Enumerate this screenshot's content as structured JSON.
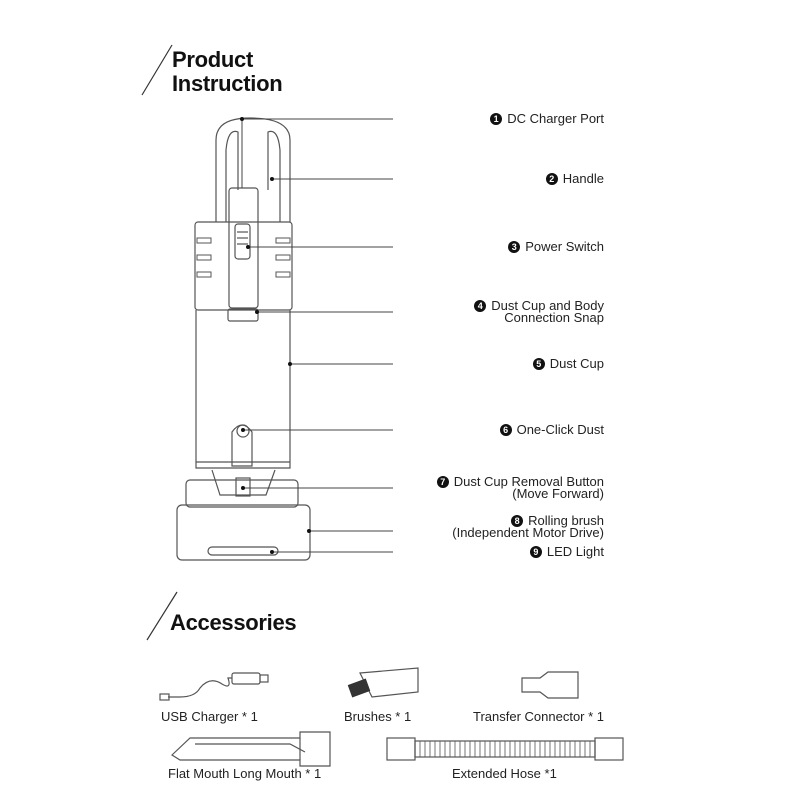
{
  "product_section": {
    "title_line1": "Product",
    "title_line2": "Instruction"
  },
  "parts": [
    {
      "num": "1",
      "line1": "DC Charger Port",
      "line2": ""
    },
    {
      "num": "2",
      "line1": "Handle",
      "line2": ""
    },
    {
      "num": "3",
      "line1": "Power Switch",
      "line2": ""
    },
    {
      "num": "4",
      "line1": "Dust Cup and Body",
      "line2": "Connection Snap"
    },
    {
      "num": "5",
      "line1": "Dust Cup",
      "line2": ""
    },
    {
      "num": "6",
      "line1": "One-Click Dust",
      "line2": ""
    },
    {
      "num": "7",
      "line1": "Dust Cup Removal Button",
      "line2": "(Move Forward)"
    },
    {
      "num": "8",
      "line1": "Rolling brush",
      "line2": "(Independent Motor Drive)"
    },
    {
      "num": "9",
      "line1": "LED Light",
      "line2": ""
    }
  ],
  "accessories_section": {
    "title": "Accessories",
    "items": [
      {
        "label": "USB Charger * 1"
      },
      {
        "label": "Brushes * 1"
      },
      {
        "label": "Transfer Connector * 1"
      },
      {
        "label": "Flat Mouth Long Mouth * 1"
      },
      {
        "label": "Extended Hose *1"
      }
    ]
  }
}
